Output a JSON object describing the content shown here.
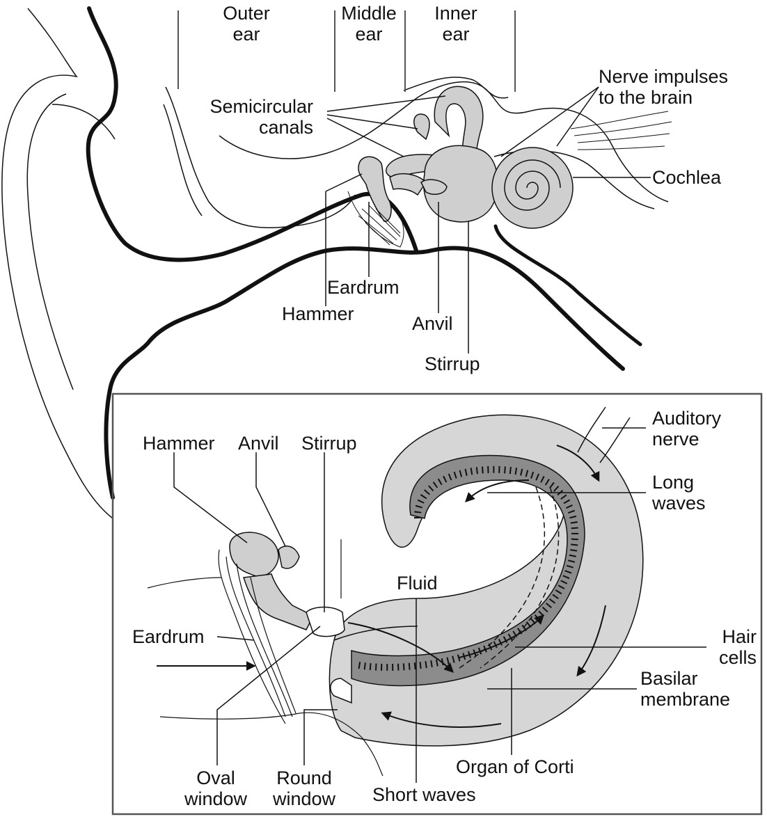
{
  "colors": {
    "ink": "#111111",
    "tissue": "#cfcfcf",
    "tissue_dark": "#8c8c8c",
    "panel_border": "#555555",
    "background": "#ffffff"
  },
  "top": {
    "sections": {
      "outer_ear": "Outer\near",
      "middle_ear": "Middle\near",
      "inner_ear": "Inner\near"
    },
    "labels": {
      "semicircular_canals": "Semicircular\ncanals",
      "nerve_impulses": "Nerve impulses\nto the brain",
      "cochlea": "Cochlea",
      "eardrum": "Eardrum",
      "hammer": "Hammer",
      "anvil": "Anvil",
      "stirrup": "Stirrup"
    }
  },
  "inset": {
    "labels": {
      "hammer": "Hammer",
      "anvil": "Anvil",
      "stirrup": "Stirrup",
      "auditory_nerve": "Auditory\nnerve",
      "long_waves": "Long\nwaves",
      "fluid": "Fluid",
      "eardrum": "Eardrum",
      "hair_cells": "Hair\ncells",
      "basilar_membrane": "Basilar\nmembrane",
      "organ_of_corti": "Organ of Corti",
      "oval_window": "Oval\nwindow",
      "round_window": "Round\nwindow",
      "short_waves": "Short waves"
    }
  }
}
